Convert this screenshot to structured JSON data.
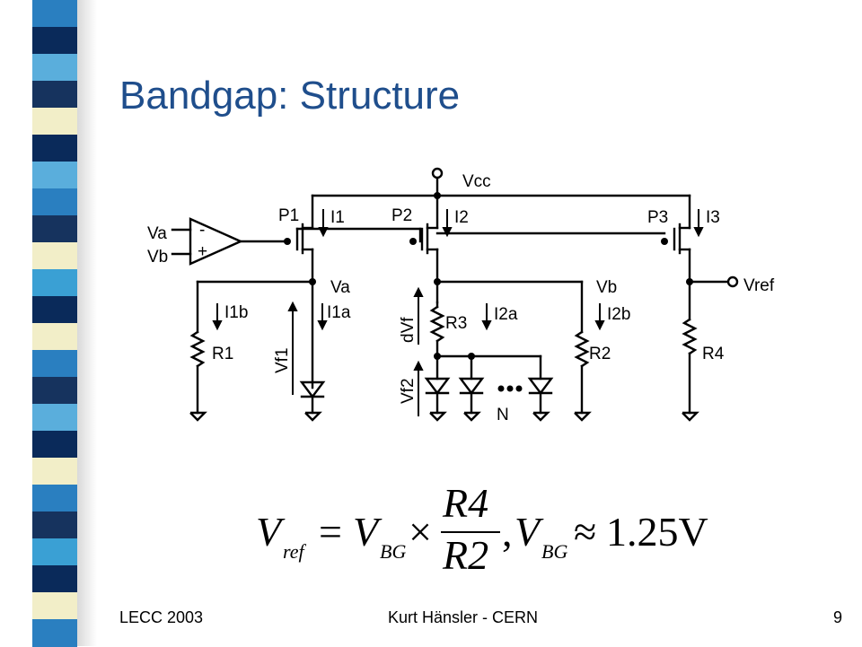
{
  "slide": {
    "title": "Bandgap: Structure",
    "footer": {
      "left": "LECC 2003",
      "center": "Kurt Hänsler - CERN",
      "page": "9"
    }
  },
  "circuit": {
    "labels": {
      "vcc": "Vcc",
      "va_in": "Va",
      "vb_in": "Vb",
      "minus": "-",
      "plus": "+",
      "p1": "P1",
      "i1": "I1",
      "p2": "P2",
      "i2": "I2",
      "p3": "P3",
      "i3": "I3",
      "va_node": "Va",
      "vb_node": "Vb",
      "vref": "Vref",
      "i1b": "I1b",
      "i1a": "I1a",
      "i2a": "I2a",
      "i2b": "I2b",
      "r1": "R1",
      "r2": "R2",
      "r3": "R3",
      "r4": "R4",
      "vf1": "Vf1",
      "dvf": "dVf",
      "vf2": "Vf2",
      "n": "N"
    }
  },
  "formula": {
    "v": "V",
    "ref_sub": "ref",
    "eq": "=",
    "v_bg": "V",
    "bg_sub": "BG",
    "times": "×",
    "num": "R4",
    "den": "R2",
    "comma": ",",
    "v_bg2": "V",
    "bg_sub2": "BG",
    "approx": "≈",
    "value": "1.25V"
  },
  "colors": {
    "title": "#1f4e8c"
  }
}
